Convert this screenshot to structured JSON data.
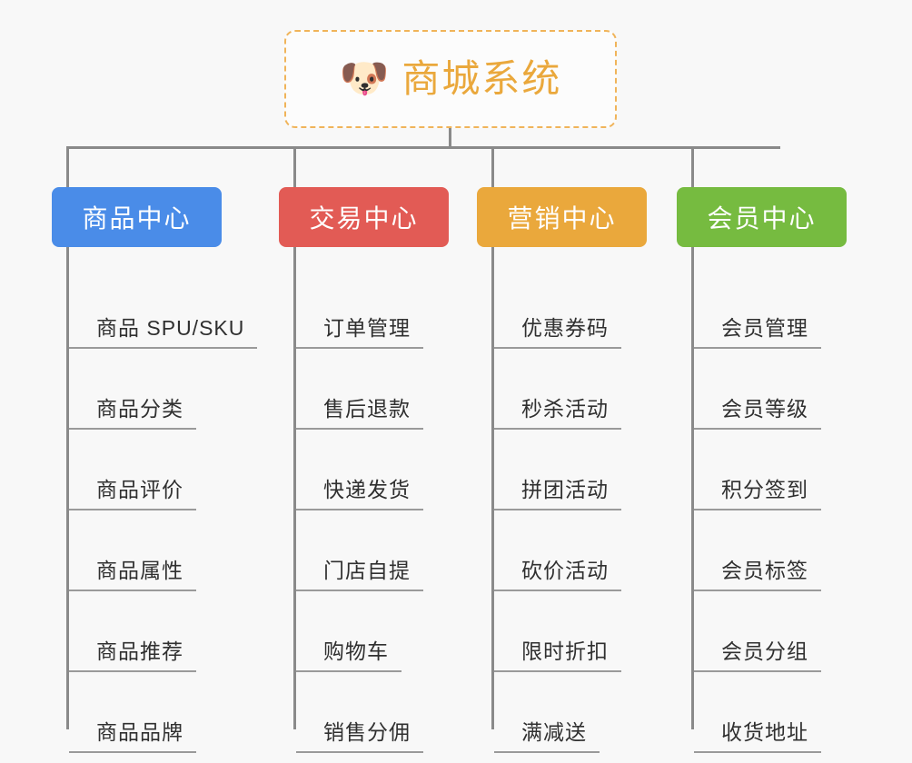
{
  "page": {
    "background_color": "#f8f8f8",
    "line_color": "#8a8a8a",
    "leaf_line_color": "#9a9a9a",
    "leaf_text_color": "#303030"
  },
  "root": {
    "icon": "shiba-dog-face-emoji",
    "icon_glyph": "🐶",
    "title": "商城系统",
    "title_color": "#eaa83c",
    "border_color": "#f0b45a",
    "border_style": "dashed"
  },
  "branches": [
    {
      "id": "product-center",
      "label": "商品中心",
      "color": "#4a8ce8",
      "items": [
        "商品 SPU/SKU",
        "商品分类",
        "商品评价",
        "商品属性",
        "商品推荐",
        "商品品牌"
      ]
    },
    {
      "id": "trade-center",
      "label": "交易中心",
      "color": "#e25b55",
      "items": [
        "订单管理",
        "售后退款",
        "快递发货",
        "门店自提",
        "购物车",
        "销售分佣"
      ]
    },
    {
      "id": "marketing-center",
      "label": "营销中心",
      "color": "#eaa83c",
      "items": [
        "优惠券码",
        "秒杀活动",
        "拼团活动",
        "砍价活动",
        "限时折扣",
        "满减送"
      ]
    },
    {
      "id": "member-center",
      "label": "会员中心",
      "color": "#76bb40",
      "items": [
        "会员管理",
        "会员等级",
        "积分签到",
        "会员标签",
        "会员分组",
        "收货地址"
      ]
    }
  ]
}
